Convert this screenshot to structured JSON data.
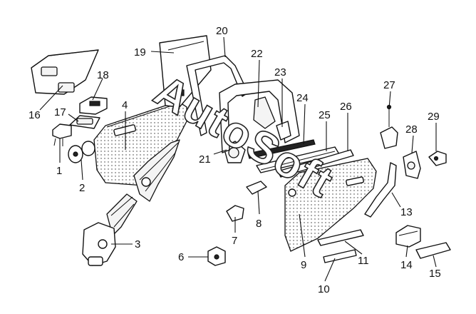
{
  "watermark": "AutoSoft",
  "callouts": [
    {
      "id": "1",
      "label": "1"
    },
    {
      "id": "2",
      "label": "2"
    },
    {
      "id": "3",
      "label": "3"
    },
    {
      "id": "4",
      "label": "4"
    },
    {
      "id": "6",
      "label": "6"
    },
    {
      "id": "7",
      "label": "7"
    },
    {
      "id": "8",
      "label": "8"
    },
    {
      "id": "9",
      "label": "9"
    },
    {
      "id": "10",
      "label": "10"
    },
    {
      "id": "11",
      "label": "11"
    },
    {
      "id": "13",
      "label": "13"
    },
    {
      "id": "14",
      "label": "14"
    },
    {
      "id": "15",
      "label": "15"
    },
    {
      "id": "16",
      "label": "16"
    },
    {
      "id": "17",
      "label": "17"
    },
    {
      "id": "18",
      "label": "18"
    },
    {
      "id": "19",
      "label": "19"
    },
    {
      "id": "20",
      "label": "20"
    },
    {
      "id": "21",
      "label": "21"
    },
    {
      "id": "22",
      "label": "22"
    },
    {
      "id": "23",
      "label": "23"
    },
    {
      "id": "24",
      "label": "24"
    },
    {
      "id": "25",
      "label": "25"
    },
    {
      "id": "26",
      "label": "26"
    },
    {
      "id": "27",
      "label": "27"
    },
    {
      "id": "28",
      "label": "28"
    },
    {
      "id": "29",
      "label": "29"
    }
  ]
}
